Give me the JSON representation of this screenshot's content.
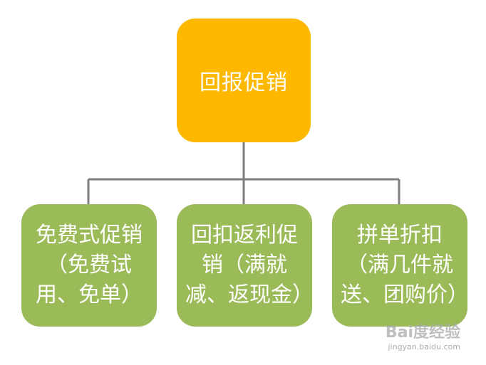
{
  "diagram": {
    "root": {
      "label": "回报促销",
      "color": "#FFB800"
    },
    "children": [
      {
        "label": "免费式促销（免费试用、免单）",
        "color": "#9BBB59"
      },
      {
        "label": "回扣返利促销（满就减、返现金）",
        "color": "#9BBB59"
      },
      {
        "label": "拼单折扣（满几件就送、团购价）",
        "color": "#9BBB59"
      }
    ],
    "connector_color": "#7F7F7F"
  },
  "watermark": {
    "logo_text": "Bai度经验",
    "url": "jingyan.baidu.com"
  }
}
